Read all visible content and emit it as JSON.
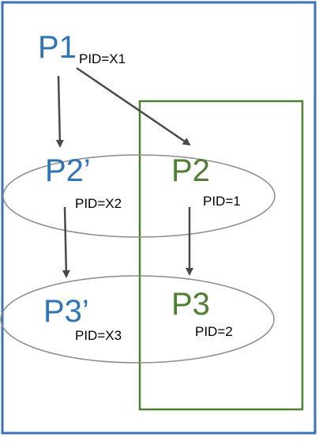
{
  "colors": {
    "outer_box": "#3a72b8",
    "inner_box": "#4f7f34",
    "blue_text": "#2f74b5",
    "green_text": "#4f7f34",
    "ellipse": "#8c8c8c",
    "arrow": "#4a4a4a",
    "pid_text": "#000000"
  },
  "processes": {
    "p1": {
      "name": "P1",
      "pid": "PID=X1"
    },
    "p2_prime": {
      "name": "P2’",
      "pid": "PID=X2"
    },
    "p2": {
      "name": "P2",
      "pid": "PID=1"
    },
    "p3_prime": {
      "name": "P3’",
      "pid": "PID=X3"
    },
    "p3": {
      "name": "P3",
      "pid": "PID=2"
    }
  }
}
